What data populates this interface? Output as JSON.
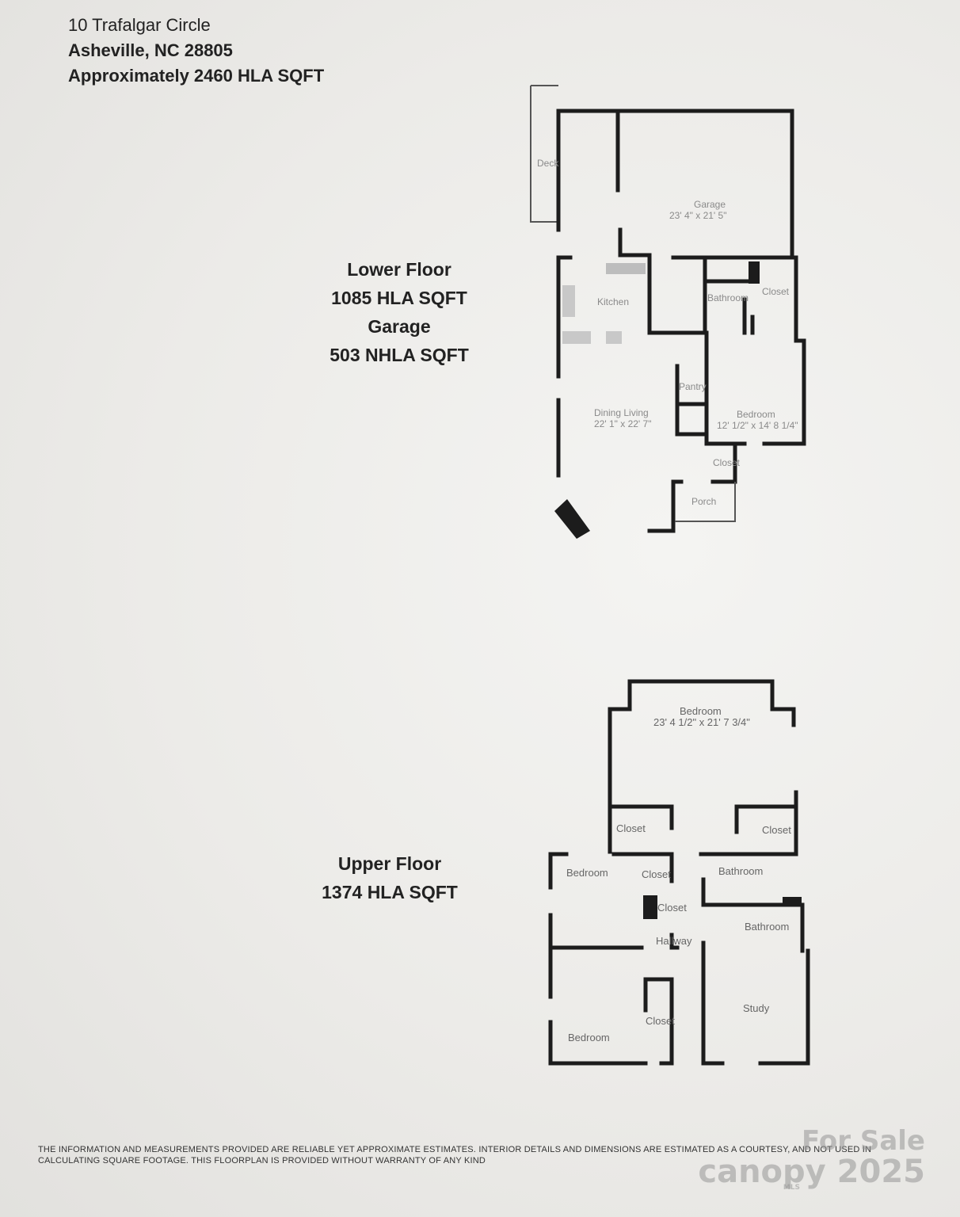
{
  "header": {
    "address_line1": "10 Trafalgar Circle",
    "address_line2": "Asheville, NC 28805",
    "area": "Approximately 2460 HLA SQFT"
  },
  "lower_floor": {
    "title": "Lower Floor",
    "sqft": "1085 HLA SQFT",
    "garage_title": "Garage",
    "garage_sqft": "503 NHLA SQFT",
    "rooms": {
      "garage": "Garage",
      "garage_dims": "23' 4\" x 21' 5\"",
      "kitchen": "Kitchen",
      "bathroom": "Bathroom",
      "closet": "Closet",
      "pantry": "Pantry",
      "dining_living": "Dining Living",
      "dining_living_dims": "22' 1\" x 22' 7\"",
      "bedroom": "Bedroom",
      "bedroom_dims": "12' 1/2\" x 14' 8 1/4\"",
      "closet2": "Closet",
      "porch": "Porch"
    }
  },
  "upper_floor": {
    "title": "Upper Floor",
    "sqft": "1374 HLA SQFT",
    "rooms": {
      "bedroom_main": "Bedroom",
      "bedroom_main_dims": "23' 4 1/2\" x 21' 7 3/4\"",
      "closet_a": "Closet",
      "closet_b": "Closet",
      "bedroom_left": "Bedroom",
      "closet_c": "Closet",
      "bathroom_a": "Bathroom",
      "closet_d": "Closet",
      "bathroom_b": "Bathroom",
      "hallway": "Hallway",
      "study": "Study",
      "closet_e": "Closet",
      "bedroom_bottom": "Bedroom"
    }
  },
  "disclaimer": {
    "line1": "The information and measurements provided are reliable yet approximate estimates. Interior details and dimensions are estimated as a courtesy, and not used in",
    "line2": "calculating square footage. This floorplan is provided without warranty of any kind"
  },
  "watermark": {
    "for_sale": "For Sale",
    "brand": "canopy 2025",
    "mls": "MLS"
  }
}
